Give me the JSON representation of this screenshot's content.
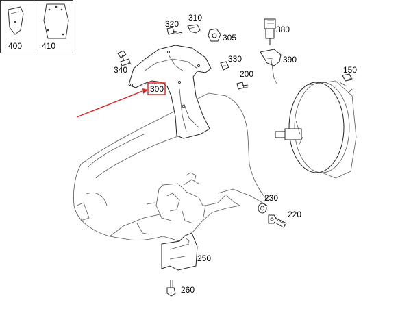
{
  "diagram": {
    "inset_labels": [
      "400",
      "410"
    ],
    "callouts": {
      "p150": "150",
      "p200": "200",
      "p220": "220",
      "p230": "230",
      "p250": "250",
      "p260": "260",
      "p300": "300",
      "p305": "305",
      "p310": "310",
      "p320": "320",
      "p330": "330",
      "p340": "340",
      "p380": "380",
      "p390": "390"
    },
    "colors": {
      "line": "#555555",
      "highlight": "#e02020",
      "text": "#000000"
    }
  }
}
